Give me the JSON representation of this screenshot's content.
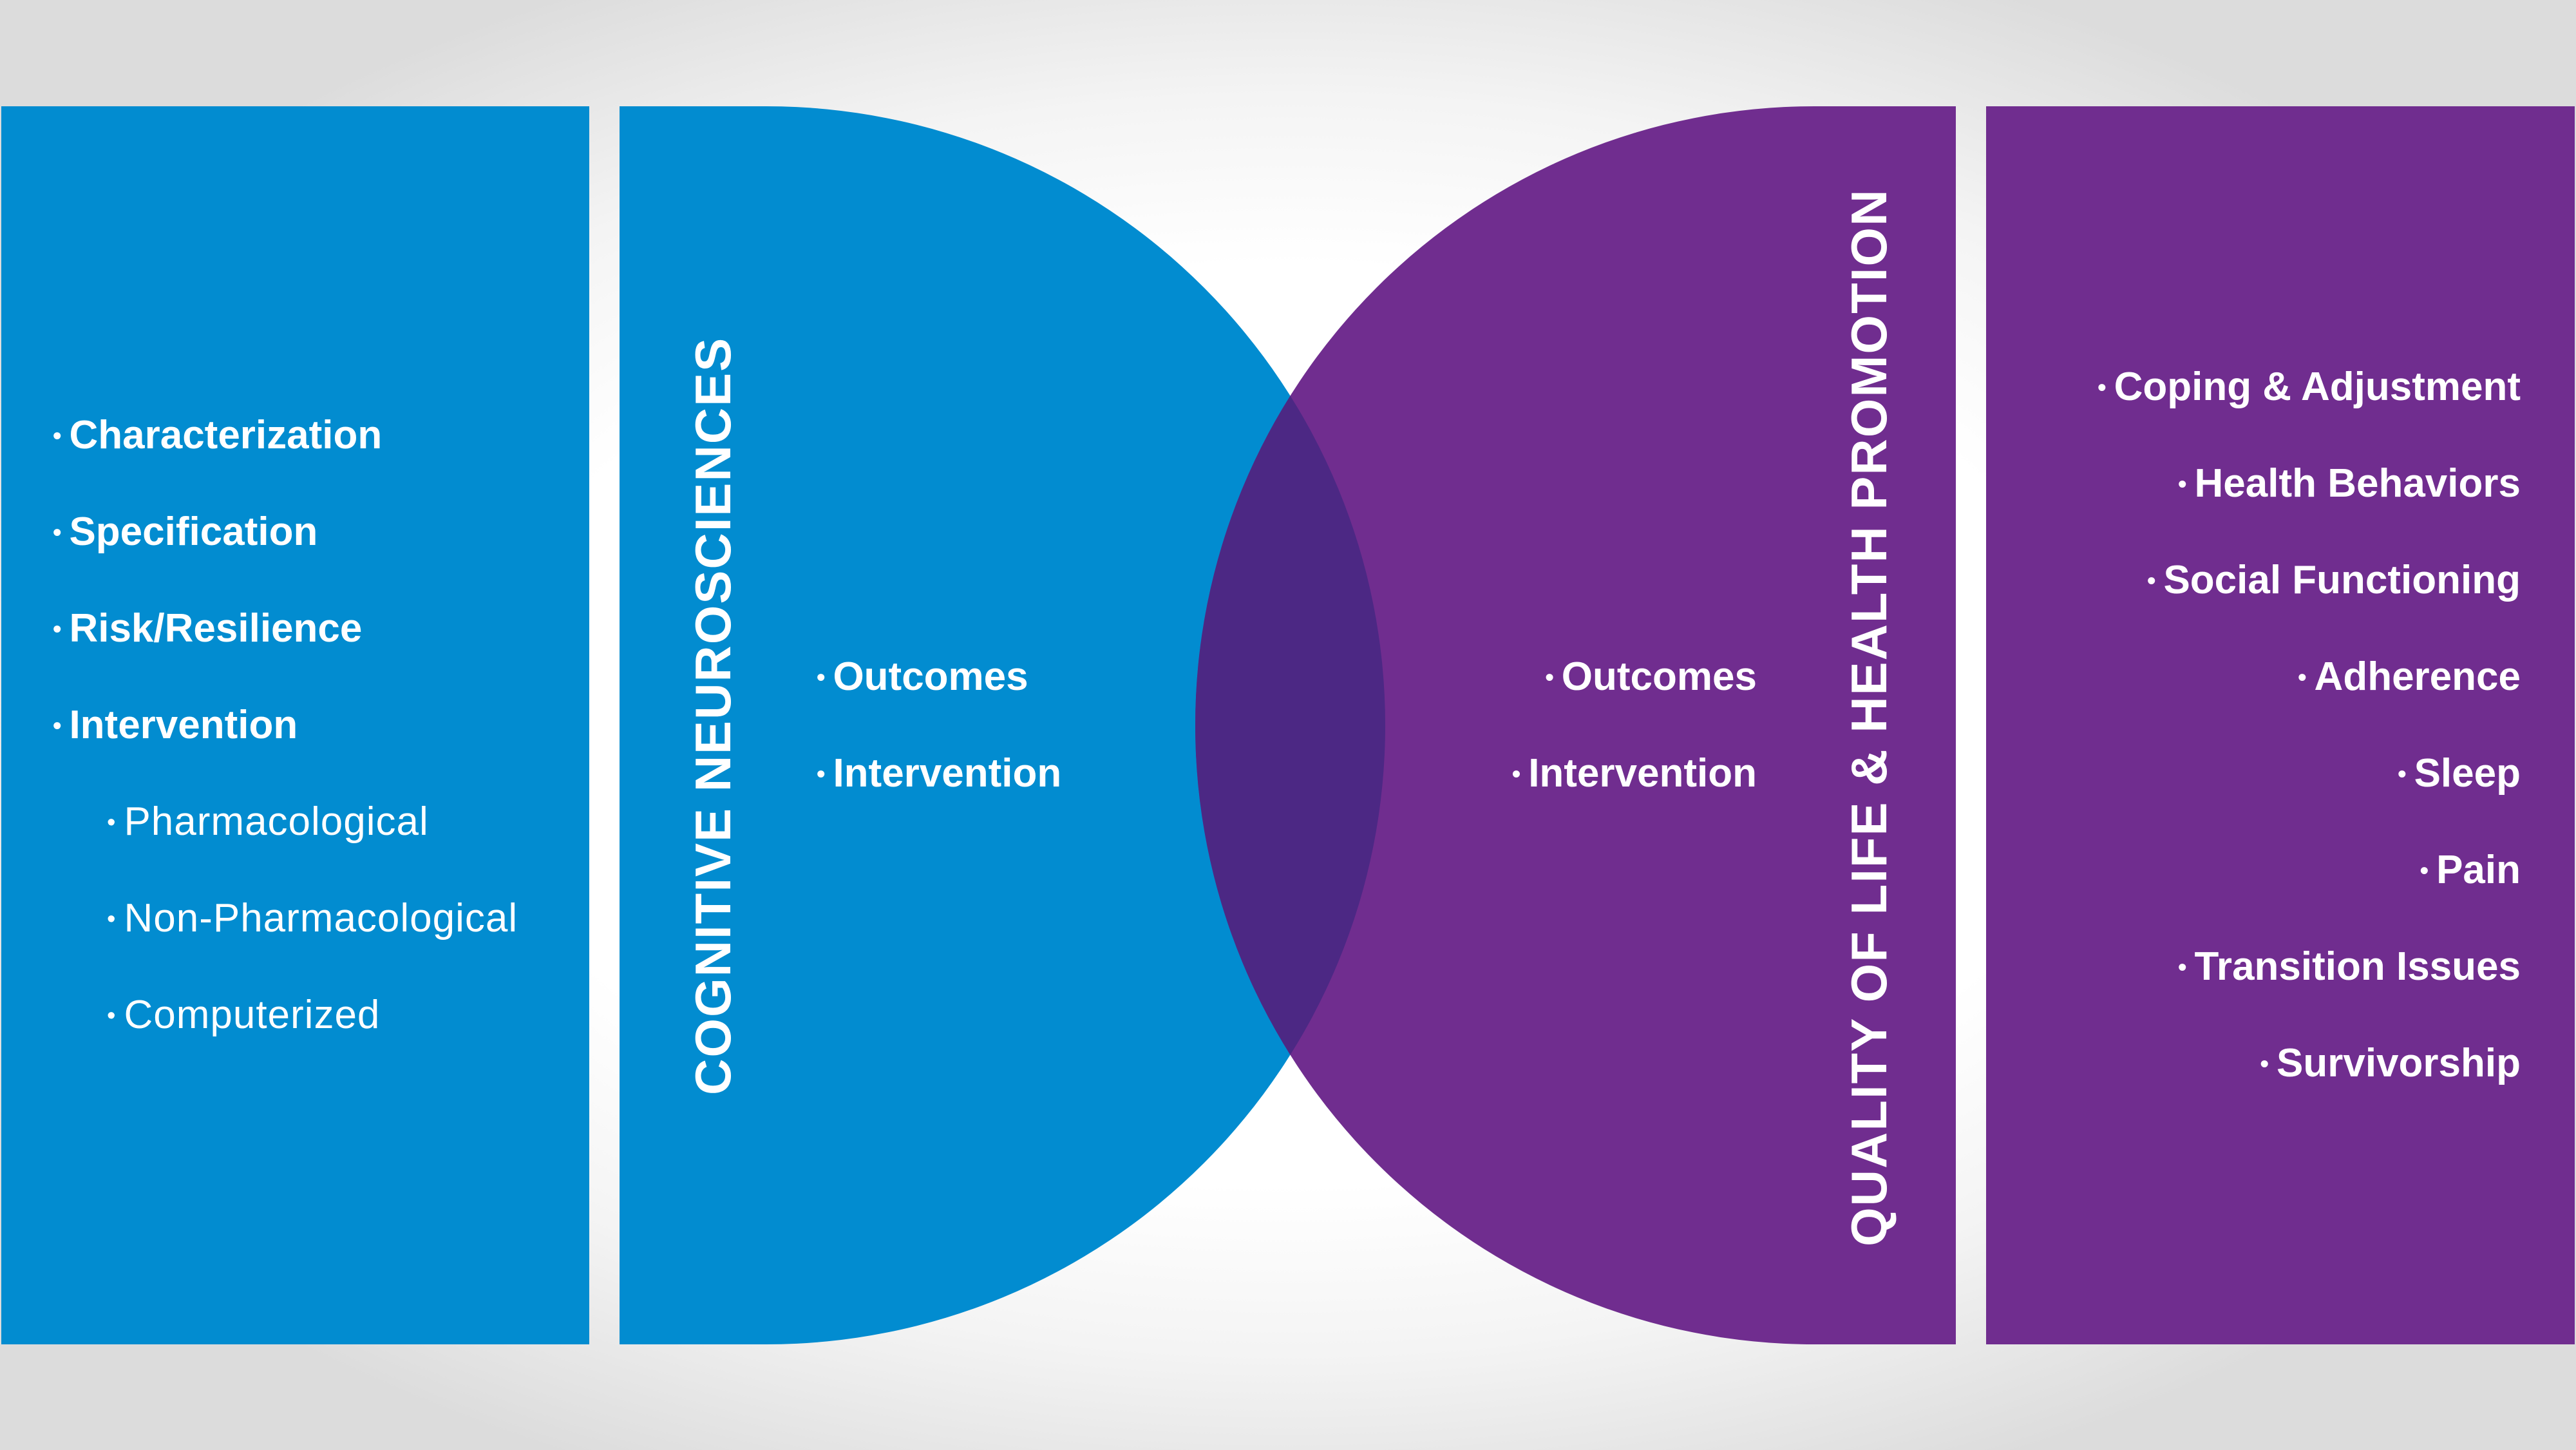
{
  "colors": {
    "blue": "#028CD0",
    "purple": "#702D8F",
    "overlap": "#4C2884",
    "text": "#FFFFFF"
  },
  "left_panel": {
    "items": [
      {
        "label": "Characterization",
        "level": 1
      },
      {
        "label": "Specification",
        "level": 1
      },
      {
        "label": "Risk/Resilience",
        "level": 1
      },
      {
        "label": "Intervention",
        "level": 1
      },
      {
        "label": "Pharmacological",
        "level": 2
      },
      {
        "label": "Non-Pharmacological",
        "level": 2
      },
      {
        "label": "Computerized",
        "level": 2
      }
    ]
  },
  "left_circle": {
    "title": "COGNITIVE NEUROSCIENCES",
    "items": [
      "Outcomes",
      "Intervention"
    ]
  },
  "right_circle": {
    "title": "QUALITY OF LIFE & HEALTH PROMOTION",
    "items": [
      "Outcomes",
      "Intervention"
    ]
  },
  "right_panel": {
    "items": [
      "Coping & Adjustment",
      "Health Behaviors",
      "Social Functioning",
      "Adherence",
      "Sleep",
      "Pain",
      "Transition Issues",
      "Survivorship"
    ]
  }
}
